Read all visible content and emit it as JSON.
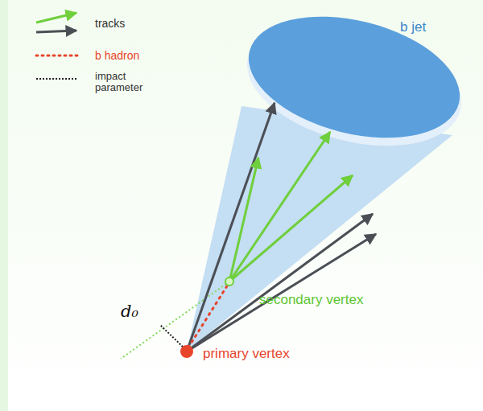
{
  "diagram": {
    "labels": [
      "b jet",
      "d₀",
      "secondary vertex",
      "primary vertex"
    ],
    "legend": [
      {
        "text": "tracks"
      },
      {
        "text": "b hadron"
      },
      {
        "text": "impact parameter"
      }
    ]
  }
}
